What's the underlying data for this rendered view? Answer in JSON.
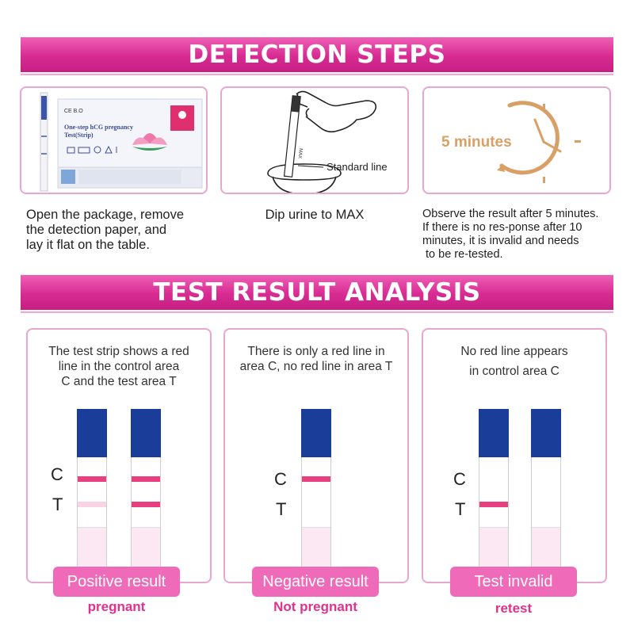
{
  "detection": {
    "title": "DETECTION STEPS",
    "steps": [
      {
        "caption_lines": [
          "Open the package, remove",
          "the detection paper, and",
          "lay it flat on the table."
        ],
        "package_text": [
          "One-step hCG pregnancy",
          "Test(Strip)"
        ],
        "package_mark": "CE B.O"
      },
      {
        "caption_lines": [
          "Dip urine to MAX"
        ],
        "image_label": "Standard line",
        "strip_mark": "MAX"
      },
      {
        "caption_lines": [
          "Observe the result after 5 minutes.",
          "If there is no res-ponse after 10",
          "minutes, it is invalid and needs",
          " to be re-tested."
        ],
        "image_label": "5 minutes"
      }
    ]
  },
  "analysis": {
    "title": "TEST RESULT ANALYSIS",
    "results": [
      {
        "desc_lines": [
          "The test strip shows a red",
          "line in the control area",
          "C and the test area T"
        ],
        "result_label": "Positive result",
        "sub_label": "pregnant"
      },
      {
        "desc_lines": [
          "There is only a red line in",
          "area C, no red line in area T"
        ],
        "result_label": "Negative result",
        "sub_label": "Not pregnant"
      },
      {
        "desc_lines": [
          "No red line appears",
          "in control area C"
        ],
        "result_label": "Test invalid",
        "sub_label": "retest"
      }
    ],
    "label_c": "C",
    "label_t": "T"
  },
  "colors": {
    "banner": "#d82b92",
    "pill": "#ef6bb9",
    "sub_label": "#e0318f",
    "strip_cap": "#1a3d99",
    "band": "#e8407f",
    "clock": "#d9a066"
  }
}
